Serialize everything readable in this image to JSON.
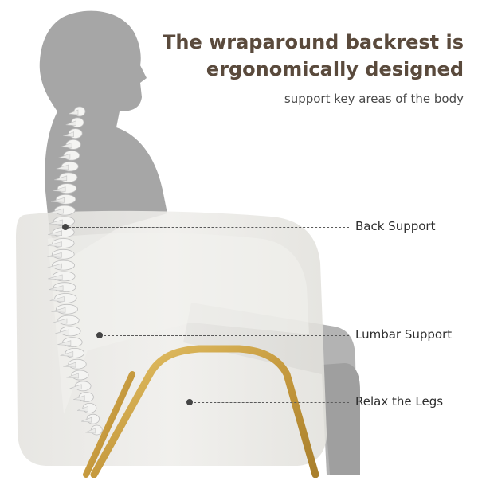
{
  "headline": {
    "line1": "The wraparound backrest is",
    "line2": "ergonomically designed"
  },
  "subheadline": "support key areas of the body",
  "callouts": [
    {
      "label": "Back Support"
    },
    {
      "label": "Lumbar Support"
    },
    {
      "label": "Relax the Legs"
    }
  ],
  "colors": {
    "headline": "#5a4a3c",
    "silhouette": "#a6a6a6",
    "chair_fabric": "#e9e8e5",
    "frame_gold": "#c9a24a",
    "spine": "#f4f4f2"
  }
}
